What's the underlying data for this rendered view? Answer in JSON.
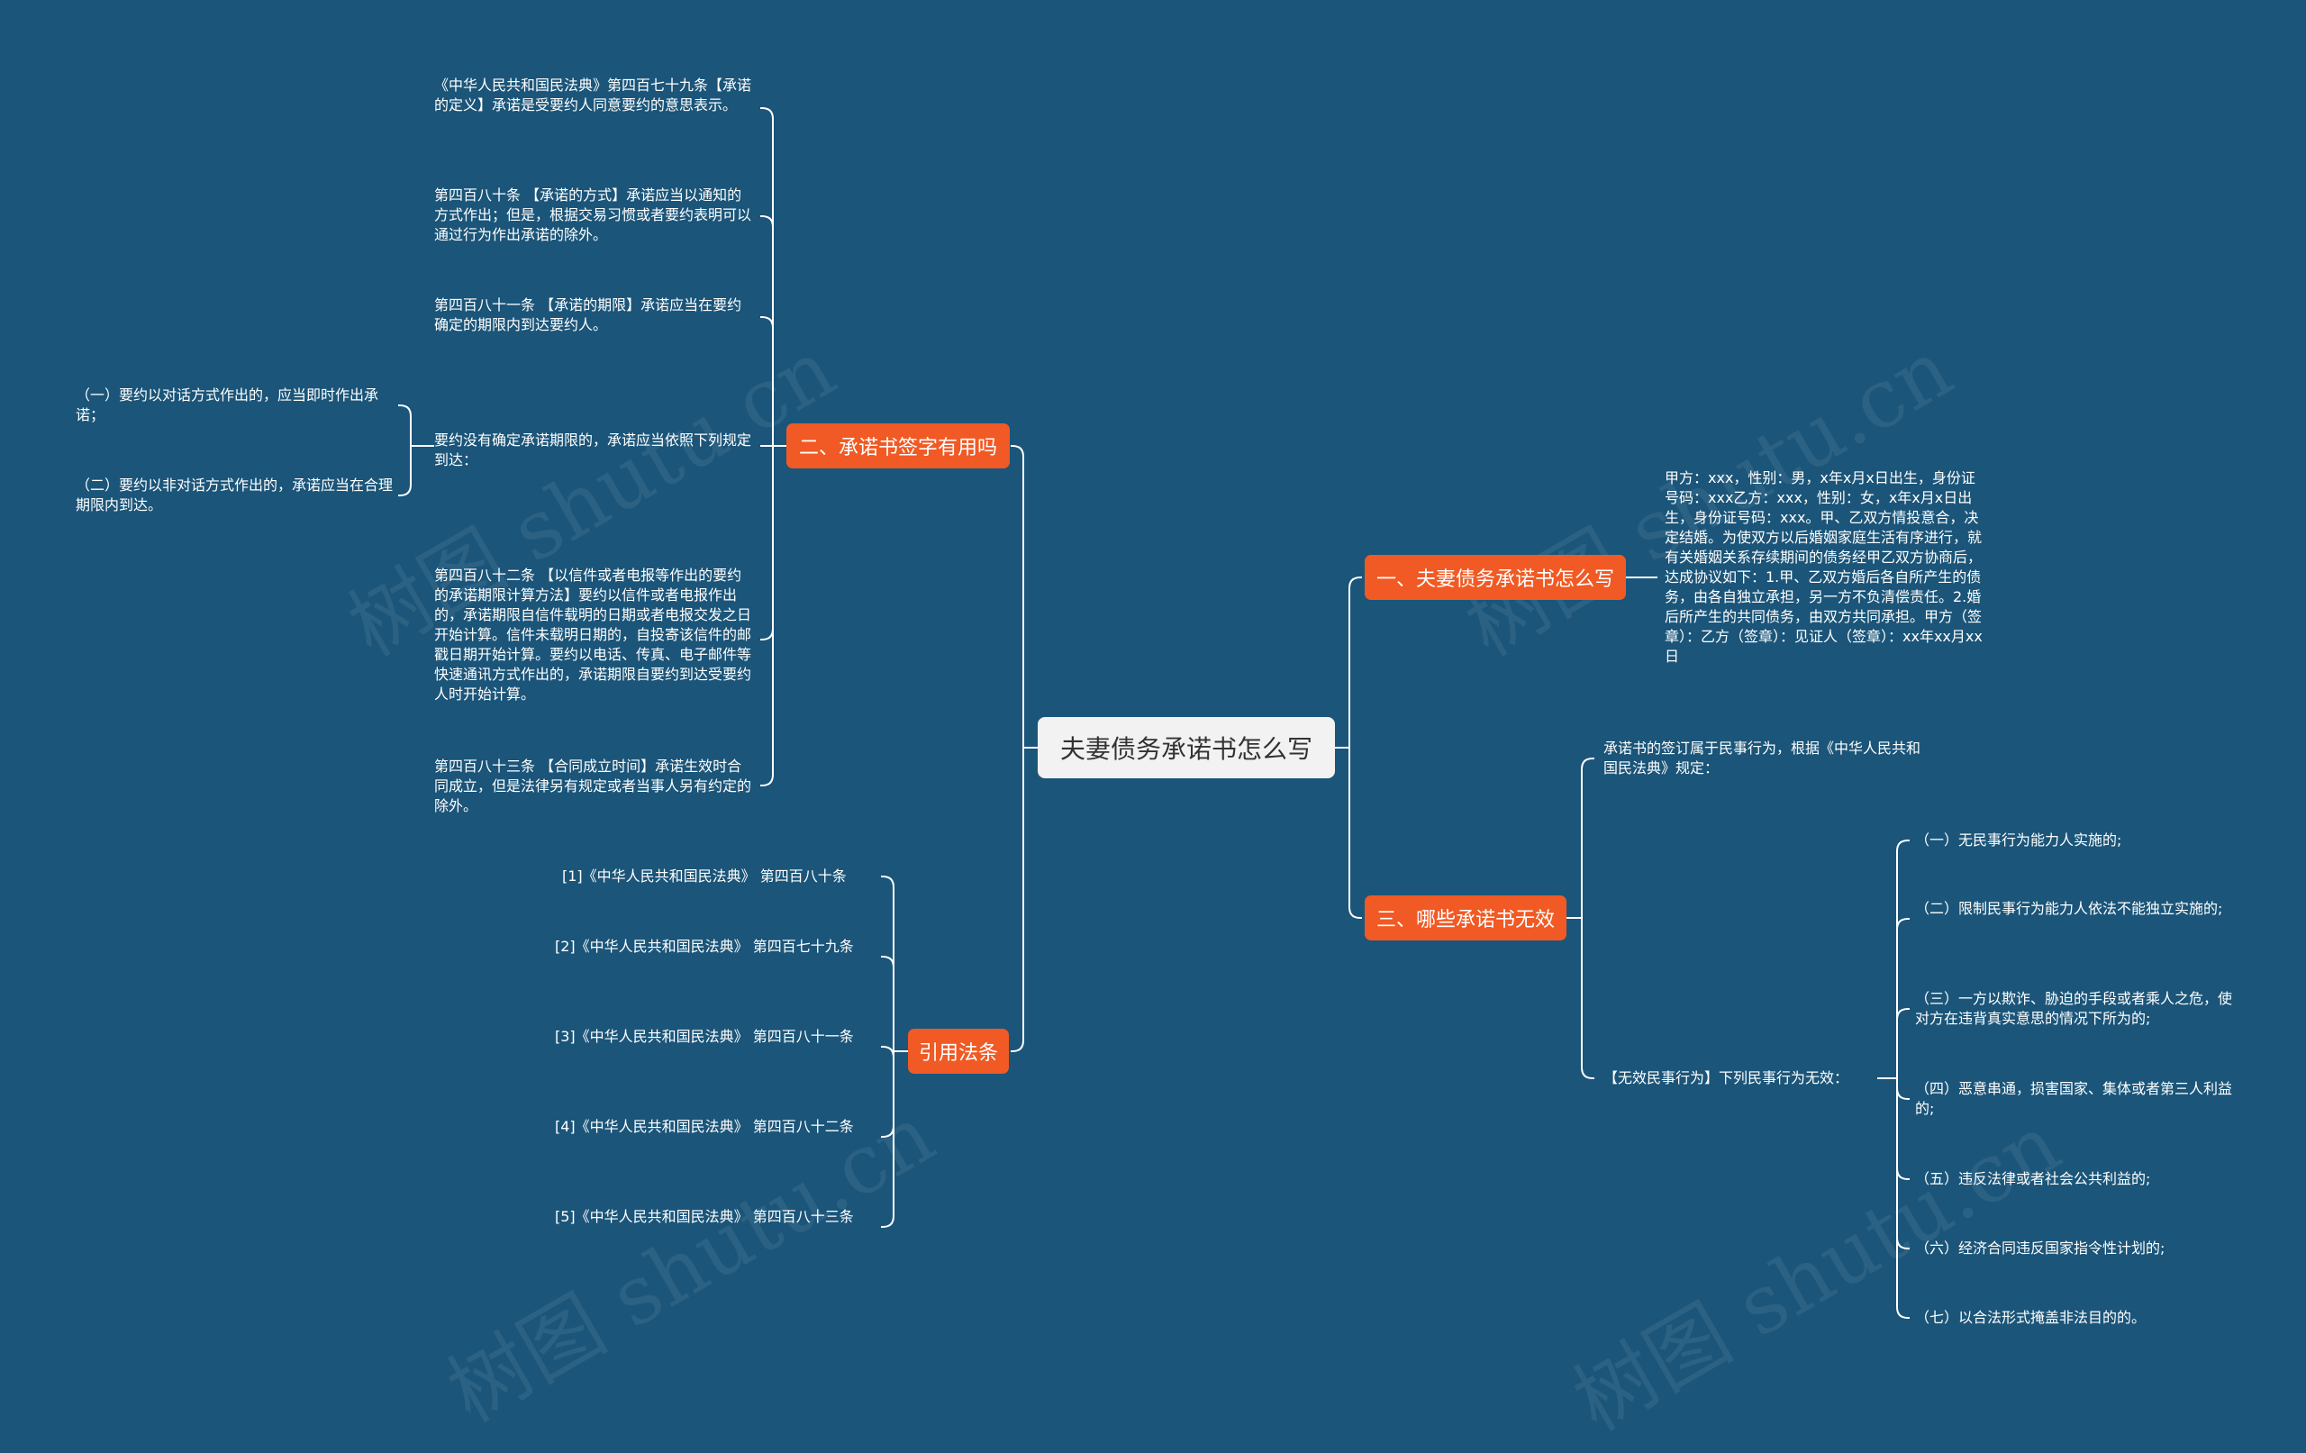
{
  "root": {
    "label": "夫妻债务承诺书怎么写"
  },
  "branches": {
    "b1": {
      "label": "一、夫妻债务承诺书怎么写"
    },
    "b2": {
      "label": "二、承诺书签字有用吗"
    },
    "b3": {
      "label": "三、哪些承诺书无效"
    },
    "b4": {
      "label": "引用法条"
    }
  },
  "leaves": {
    "b1_l1": "甲方：xxx，性别：男，x年x月x日出生，身份证号码：xxx乙方：xxx，性别：女，x年x月x日出生，身份证号码：xxx。甲、乙双方情投意合，决定结婚。为使双方以后婚姻家庭生活有序进行，就有关婚姻关系存续期间的债务经甲乙双方协商后，达成协议如下：1.甲、乙双方婚后各自所产生的债务，由各自独立承担，另一方不负清偿责任。2.婚后所产生的共同债务，由双方共同承担。甲方（签章）：乙方（签章）：见证人（签章）：xx年xx月xx日",
    "b2_l1": "《中华人民共和国民法典》第四百七十九条【承诺的定义】承诺是受要约人同意要约的意思表示。",
    "b2_l2": "第四百八十条 【承诺的方式】承诺应当以通知的方式作出；但是，根据交易习惯或者要约表明可以通过行为作出承诺的除外。",
    "b2_l3": "第四百八十一条 【承诺的期限】承诺应当在要约确定的期限内到达要约人。",
    "b2_l4": "要约没有确定承诺期限的，承诺应当依照下列规定到达：",
    "b2_l4_1": "（一）要约以对话方式作出的，应当即时作出承诺；",
    "b2_l4_2": "（二）要约以非对话方式作出的，承诺应当在合理期限内到达。",
    "b2_l5": "第四百八十二条 【以信件或者电报等作出的要约的承诺期限计算方法】要约以信件或者电报作出的，承诺期限自信件载明的日期或者电报交发之日开始计算。信件未载明日期的，自投寄该信件的邮戳日期开始计算。要约以电话、传真、电子邮件等快速通讯方式作出的，承诺期限自要约到达受要约人时开始计算。",
    "b2_l6": "第四百八十三条 【合同成立时间】承诺生效时合同成立，但是法律另有规定或者当事人另有约定的除外。",
    "b3_l1": "承诺书的签订属于民事行为，根据《中华人民共和国民法典》规定：",
    "b3_l2": "【无效民事行为】下列民事行为无效：",
    "b3_l2_1": "（一）无民事行为能力人实施的;",
    "b3_l2_2": "（二）限制民事行为能力人依法不能独立实施的;",
    "b3_l2_3": "（三）一方以欺诈、胁迫的手段或者乘人之危，使对方在违背真实意思的情况下所为的;",
    "b3_l2_4": "（四）恶意串通，损害国家、集体或者第三人利益的;",
    "b3_l2_5": "（五）违反法律或者社会公共利益的;",
    "b3_l2_6": "（六）经济合同违反国家指令性计划的;",
    "b3_l2_7": "（七）以合法形式掩盖非法目的的。",
    "b4_l1": "[1]《中华人民共和国民法典》 第四百八十条",
    "b4_l2": "[2]《中华人民共和国民法典》 第四百七十九条",
    "b4_l3": "[3]《中华人民共和国民法典》 第四百八十一条",
    "b4_l4": "[4]《中华人民共和国民法典》 第四百八十二条",
    "b4_l5": "[5]《中华人民共和国民法典》 第四百八十三条"
  },
  "watermark": "树图 shutu.cn",
  "colors": {
    "background": "#1b5579",
    "branch": "#f15a24",
    "root": "#f2f2f2",
    "line": "#ffffff"
  }
}
